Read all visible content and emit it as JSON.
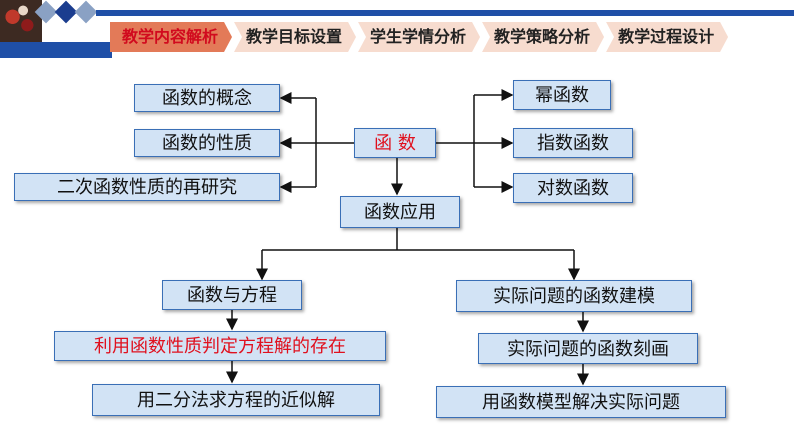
{
  "tabs": [
    {
      "label": "教学内容解析",
      "active": true
    },
    {
      "label": "教学目标设置",
      "active": false
    },
    {
      "label": "学生学情分析",
      "active": false
    },
    {
      "label": "教学策略分析",
      "active": false
    },
    {
      "label": "教学过程设计",
      "active": false
    }
  ],
  "diagram": {
    "center": "函  数",
    "left_nodes": [
      "函数的概念",
      "函数的性质",
      "二次函数性质的再研究"
    ],
    "right_nodes": [
      "幂函数",
      "指数函数",
      "对数函数"
    ],
    "application": "函数应用",
    "left_branch": [
      "函数与方程",
      "利用函数性质判定方程解的存在",
      "用二分法求方程的近似解"
    ],
    "right_branch": [
      "实际问题的函数建模",
      "实际问题的函数刻画",
      "用函数模型解决实际问题"
    ]
  }
}
